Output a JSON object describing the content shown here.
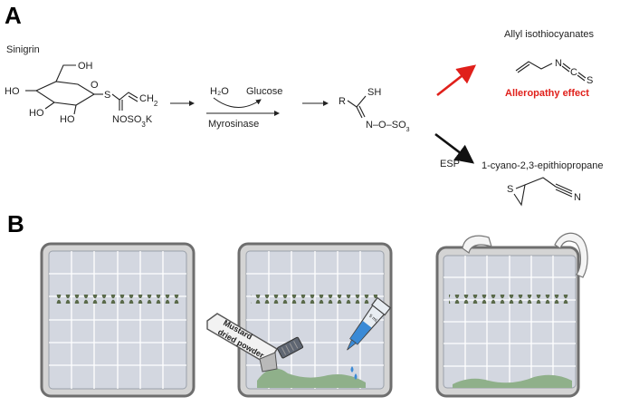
{
  "panel_a": {
    "letter": "A",
    "sinigrin_label": "Sinigrin",
    "glucose_ring_atoms": {
      "oh_top": "OH",
      "ho_left": "HO",
      "ho_bottom_left": "HO",
      "ho_bottom": "HO",
      "ring_o": "O",
      "s": "S"
    },
    "side_chain": {
      "ch2": "CH",
      "ch2_sub": "2",
      "nosok": "NOSO",
      "nosok_sub": "3",
      "k": "K"
    },
    "reagent_top": "H₂O",
    "product_top": "Glucose",
    "enzyme": "Myrosinase",
    "intermediate": {
      "r": "R",
      "sh": "SH",
      "chain": "N–O–SO",
      "chain_sub": "3"
    },
    "product_1": {
      "name": "Allyl isothiocyanates",
      "n": "N",
      "c": "C",
      "s": "S",
      "effect": "Alleropathy effect"
    },
    "esp_label": "ESP",
    "product_2": {
      "name": "1-cyano-2,3-epithiopropane",
      "s": "S",
      "n": "N"
    }
  },
  "panel_b": {
    "letter": "B",
    "powder_label_line1": "Mustard",
    "powder_label_line2": "dried powder",
    "vial_label": "5 mL"
  },
  "colors": {
    "red_arrow": "#e0201b",
    "black_arrow": "#111111",
    "soil_green": "#8fb08a",
    "seed": "#5a6a4a",
    "plate_frame": "#7d7d7d",
    "plate_fill": "#cfd3dc",
    "water_blue": "#3a8ad6"
  }
}
